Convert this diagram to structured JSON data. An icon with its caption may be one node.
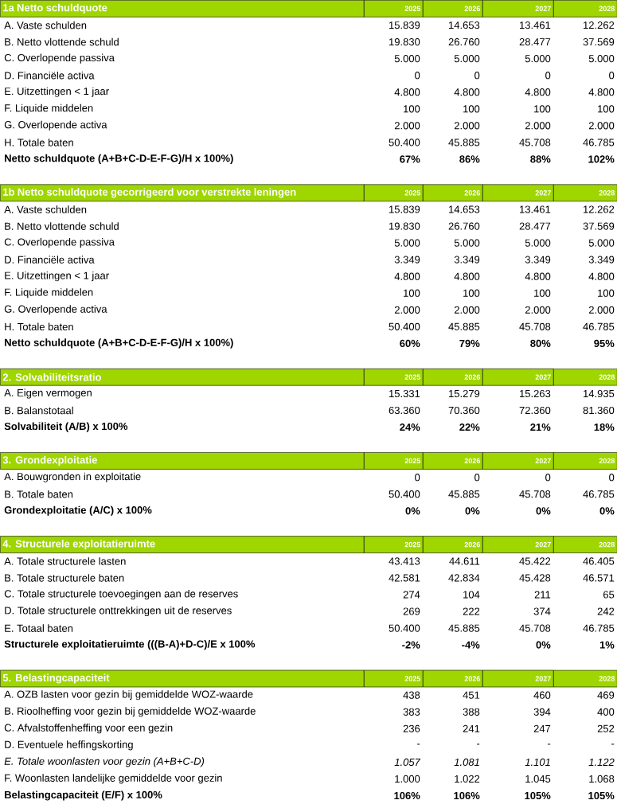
{
  "diagram": {
    "labels": [
      "1a Netto schuldquote",
      "2025",
      "2026",
      "2027",
      "2028",
      "A. Vaste schulden",
      "15.839",
      "14.653",
      "13.461",
      "12.262",
      "B. Netto vlottende schuld",
      "19.830",
      "26.760",
      "28.477",
      "37.569",
      "C. Overlopende passiva",
      "5.000",
      "5.000",
      "5.000",
      "5.000",
      "D. Financiële activa",
      "0",
      "0",
      "0",
      "0",
      "E. Uitzettingen < 1 jaar",
      "4.800",
      "4.800",
      "4.800",
      "4.800",
      "F. Liquide middelen",
      "100",
      "100",
      "100",
      "100",
      "G. Overlopende activa",
      "2.000",
      "2.000",
      "2.000",
      "2.000",
      "H. Totale baten",
      "50.400",
      "45.885",
      "45.708",
      "46.785",
      "Netto schuldquote (A+B+C-D-E-F-G)/H x 100%)",
      "67%",
      "86%",
      "88%",
      "102%",
      "1b Netto schuldquote gecorrigeerd voor verstrekte leningen",
      "2025",
      "2026",
      "2027",
      "2028",
      "A. Vaste schulden",
      "15.839",
      "14.653",
      "13.461",
      "12.262",
      "B. Netto vlottende schuld",
      "19.830",
      "26.760",
      "28.477",
      "37.569",
      "C. Overlopende passiva",
      "5.000",
      "5.000",
      "5.000",
      "5.000",
      "D. Financiële activa",
      "3.349",
      "3.349",
      "3.349",
      "3.349",
      "E. Uitzettingen < 1 jaar",
      "4.800",
      "4.800",
      "4.800",
      "4.800",
      "F. Liquide middelen",
      "100",
      "100",
      "100",
      "100",
      "G. Overlopende activa",
      "2.000",
      "2.000",
      "2.000",
      "2.000",
      "H. Totale baten",
      "50.400",
      "45.885",
      "45.708",
      "46.785",
      "Netto schuldquote (A+B+C-D-E-F-G)/H x 100%)",
      "60%",
      "79%",
      "80%",
      "95%",
      "2. Solvabiliteitsratio",
      "2025",
      "2026",
      "2027",
      "2028",
      "A. Eigen vermogen",
      "15.331",
      "15.279",
      "15.263",
      "14.935",
      "B. Balanstotaal",
      "63.360",
      "70.360",
      "72.360",
      "81.360",
      "Solvabiliteit (A/B) x 100%",
      "24%",
      "22%",
      "21%",
      "18%",
      "3. Grondexploitatie",
      "2025",
      "2026",
      "2027",
      "2028",
      "A. Bouwgronden in exploitatie",
      "0",
      "0",
      "0",
      "0",
      "B. Totale baten",
      "50.400",
      "45.885",
      "45.708",
      "46.785",
      "Grondexploitatie (A/C) x 100%",
      "0%",
      "0%",
      "0%",
      "0%",
      "4. Structurele exploitatieruimte",
      "2025",
      "2026",
      "2027",
      "2028",
      "A. Totale structurele lasten",
      "43.413",
      "44.611",
      "45.422",
      "46.405",
      "B. Totale structurele baten",
      "42.581",
      "42.834",
      "45.428",
      "46.571",
      "C. Totale structurele toevoegingen aan de reserves",
      "274",
      "104",
      "211",
      "65",
      "D. Totale structurele onttrekkingen uit de reserves",
      "269",
      "222",
      "374",
      "242",
      "E. Totaal baten",
      "50.400",
      "45.885",
      "45.708",
      "46.785",
      "Structurele exploitatieruimte (((B-A)+D-C)/E x 100%",
      "-2%",
      "-4%",
      "0%",
      "1%",
      "5. Belastingcapaciteit",
      "2025",
      "2026",
      "2027",
      "2028",
      "A. OZB lasten voor gezin bij gemiddelde WOZ-waarde",
      "438",
      "451",
      "460",
      "469",
      "B. Rioolheffing voor gezin bij gemiddelde WOZ-waarde",
      "383",
      "388",
      "394",
      "400",
      "C. Afvalstoffenheffing voor een gezin",
      "236",
      "241",
      "247",
      "252",
      "D. Eventuele heffingskorting",
      "-",
      "-",
      "-",
      "-",
      "E. Totale woonlasten voor gezin (A+B+C-D)",
      "1.057",
      "1.081",
      "1.101",
      "1.122",
      "F. Woonlasten landelijke gemiddelde voor gezin",
      "1.000",
      "1.022",
      "1.045",
      "1.068",
      "Belastingcapaciteit (E/F) x 100%",
      "106%",
      "106%",
      "105%",
      "105%"
    ]
  }
}
